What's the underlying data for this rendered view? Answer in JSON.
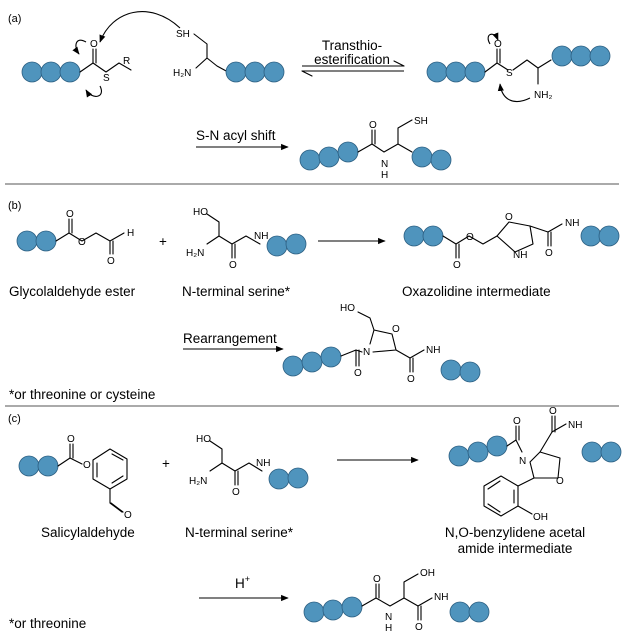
{
  "panels": {
    "a": "(a)",
    "b": "(b)",
    "c": "(c)"
  },
  "atoms": {
    "O": "O",
    "S": "S",
    "R": "R",
    "SH": "SH",
    "H2N": "H₂N",
    "NH2": "NH₂",
    "H": "H",
    "HO": "HO",
    "OH": "OH",
    "N": "N",
    "NH": "NH",
    "plus": "+"
  },
  "arrows": {
    "transthio_line1": "Transthio-",
    "transthio_line2": "esterification",
    "sn_shift": "S-N acyl shift",
    "rearrangement": "Rearrangement",
    "acid": "H",
    "acid_sup": "+"
  },
  "labels": {
    "glycolaldehyde": "Glycolaldehyde ester",
    "nterm_serine_b": "N-terminal serine*",
    "oxazolidine": "Oxazolidine intermediate",
    "footnote_b": "*or threonine or cysteine",
    "salicylaldehyde": "Salicylaldehyde",
    "nterm_serine_c": "N-terminal serine*",
    "acetal_line1": "N,O-benzylidene acetal",
    "acetal_line2": "amide intermediate",
    "footnote_c": "*or threonine"
  },
  "colors": {
    "bead": "#4f94bd",
    "bead_stroke": "#2c5f82"
  }
}
